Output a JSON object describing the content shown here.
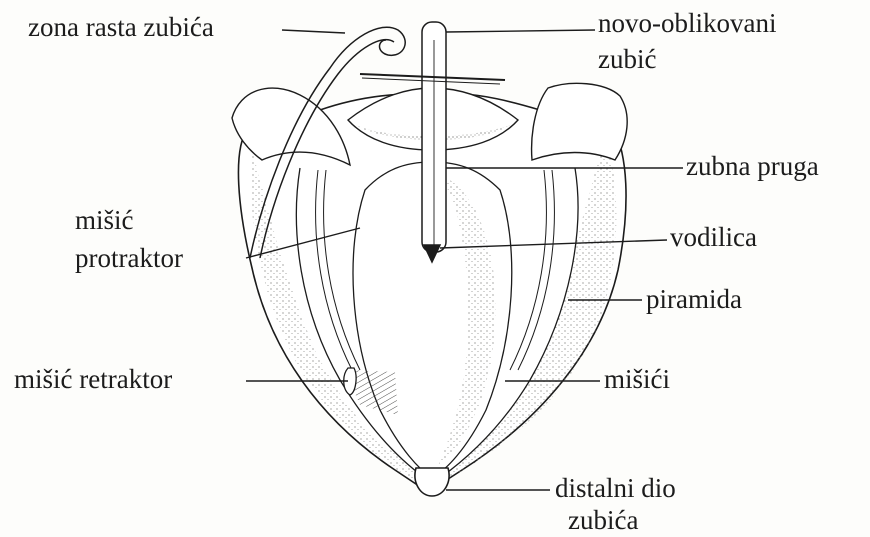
{
  "labels": {
    "zona": "zona rasta zubića",
    "novo_line1": "novo-oblikovani",
    "novo_line2": "zubić",
    "zubna": "zubna pruga",
    "protraktor_line1": "mišić",
    "protraktor_line2": "protraktor",
    "vodilica": "vodilica",
    "piramida": "piramida",
    "retraktor": "mišić retraktor",
    "misici": "mišići",
    "distalni_line1": "distalni dio",
    "distalni_line2": "zubića"
  },
  "colors": {
    "ink": "#1c1c1c",
    "paper": "#fdfdfb",
    "shade": "#9a9a96"
  }
}
